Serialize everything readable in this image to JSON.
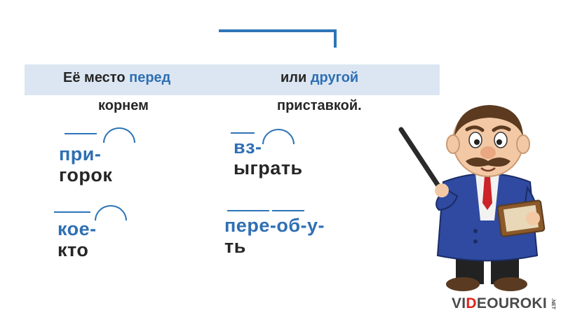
{
  "rule": {
    "part1": "Её место ",
    "part2": "перед",
    "part3": "или ",
    "part4": "другой",
    "line2a": "корнем",
    "line2b": "приставкой."
  },
  "examples": [
    {
      "prefix": "при-",
      "rest": "горок"
    },
    {
      "prefix": "вз-",
      "rest": "ыграть"
    },
    {
      "prefix": "кое-",
      "rest": "кто"
    },
    {
      "prefix": "пере-об-у-",
      "rest": "ть"
    }
  ],
  "colors": {
    "accent": "#2e75b6",
    "band": "#dce6f2",
    "text": "#262626",
    "logo_red": "#e2231a"
  },
  "logo": {
    "part1": "VI",
    "part2": "D",
    "part3": "EOUROKI",
    "suffix": ".NET"
  },
  "icons": [
    "prefix-mark-icon",
    "root-arc-icon",
    "teacher-illustration"
  ]
}
